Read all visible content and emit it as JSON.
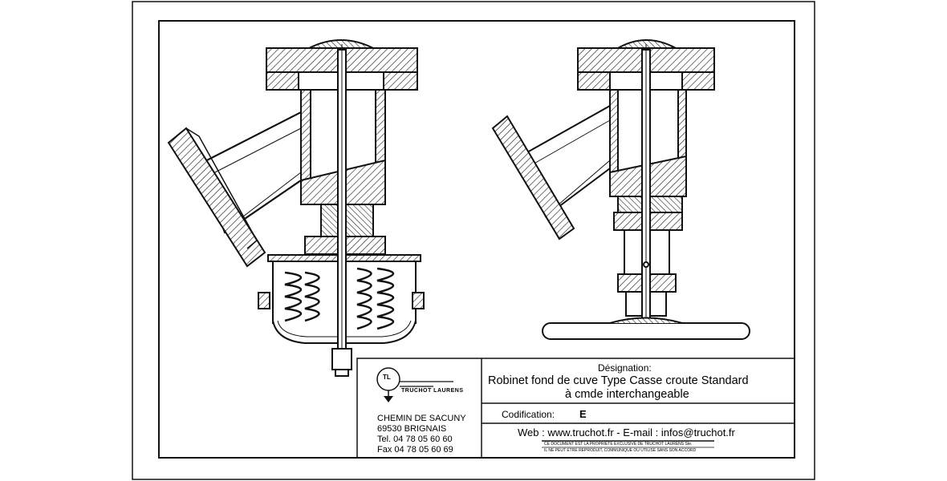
{
  "title_block": {
    "company": {
      "logo_text": "TRUCHOT LAURENS",
      "logo_badge": "TL"
    },
    "address": {
      "line1": "CHEMIN DE SACUNY",
      "line2": "69530 BRIGNAIS",
      "tel": "Tel. 04 78 05 60 60",
      "fax": "Fax 04 78 05 60 69"
    },
    "designation_label": "Désignation:",
    "designation_line1": "Robinet fond de cuve Type Casse croute Standard",
    "designation_line2": "à cmde interchangeable",
    "codification_label": "Codification:",
    "codification_value": "E",
    "web_line": "Web : www.truchot.fr - E-mail : infos@truchot.fr",
    "legal_line1": "CE DOCUMENT EST LA PROPRIETE EXCLUSIVE DE TRUCHOT LAURENS Ste.",
    "legal_line2": "IL NE PEUT ETRE REPRODUIT, COMMUNIQUE OU UTILISE SANS SON ACCORD"
  },
  "colors": {
    "line": "#111111",
    "paper": "#ffffff",
    "hatch": "#222222"
  }
}
